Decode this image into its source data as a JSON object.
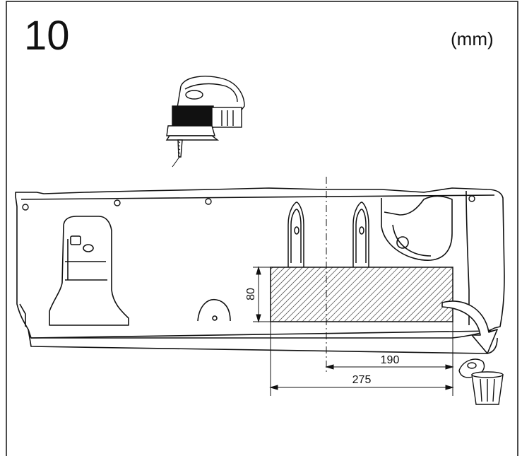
{
  "step": {
    "number": "10",
    "unit": "(mm)"
  },
  "dimensions": {
    "height_label": "80",
    "short_width_label": "190",
    "long_width_label": "275"
  },
  "icons": [
    "jigsaw-icon",
    "trash-bin-icon",
    "cut-piece-icon",
    "drop-arrow-icon"
  ]
}
